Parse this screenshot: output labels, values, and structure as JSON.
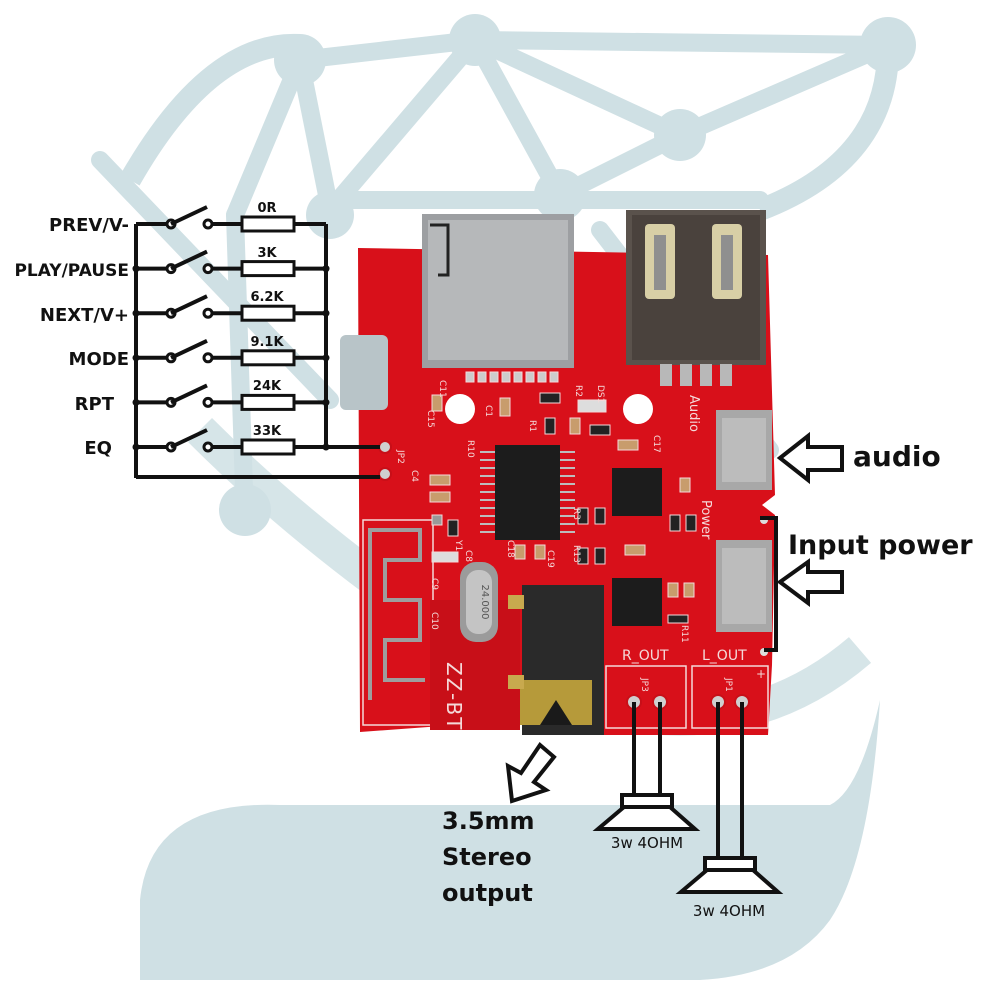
{
  "colors": {
    "background": "#ffffff",
    "watermark": "#cfe0e4",
    "pcb": "#d8101a",
    "pcb_dark": "#a80c12",
    "silkscreen": "#f4d9d9",
    "metal": "#a9a9a9",
    "chip": "#1c1c1c",
    "wire": "#111111"
  },
  "button_panel": {
    "rows": [
      {
        "label": "PREV/V-",
        "resistor": "0R"
      },
      {
        "label": "PLAY/PAUSE",
        "resistor": "3K"
      },
      {
        "label": "NEXT/V+",
        "resistor": "6.2K"
      },
      {
        "label": "MODE",
        "resistor": "9.1K"
      },
      {
        "label": "RPT",
        "resistor": "24K"
      },
      {
        "label": "EQ",
        "resistor": "33K"
      }
    ]
  },
  "annotations": {
    "audio": "audio",
    "input_power": "Input power",
    "stereo_line1": "3.5mm",
    "stereo_line2": "Stereo",
    "stereo_line3": "output",
    "speaker_right": "3w 4OHM",
    "speaker_left": "3w 4OHM"
  },
  "board": {
    "name": "ZZ-BT",
    "crystal": "24.000",
    "silk": {
      "audio_port": "Audio",
      "power_port": "Power",
      "r_out": "R_OUT",
      "l_out": "L_OUT",
      "jp1": "JP1",
      "jp2": "JP2",
      "jp3": "JP3",
      "plus": "+",
      "ds1": "DS1",
      "y1": "Y1",
      "c1": "C1",
      "c4": "C4",
      "c8": "C8",
      "c9": "C9",
      "c10": "C10",
      "c11": "C11",
      "c15": "C15",
      "c17": "C17",
      "c18": "C18",
      "c19": "C19",
      "r1": "R1",
      "r2": "R2",
      "r3": "R3",
      "r10": "R10",
      "r11": "R11",
      "r13": "R13"
    }
  }
}
